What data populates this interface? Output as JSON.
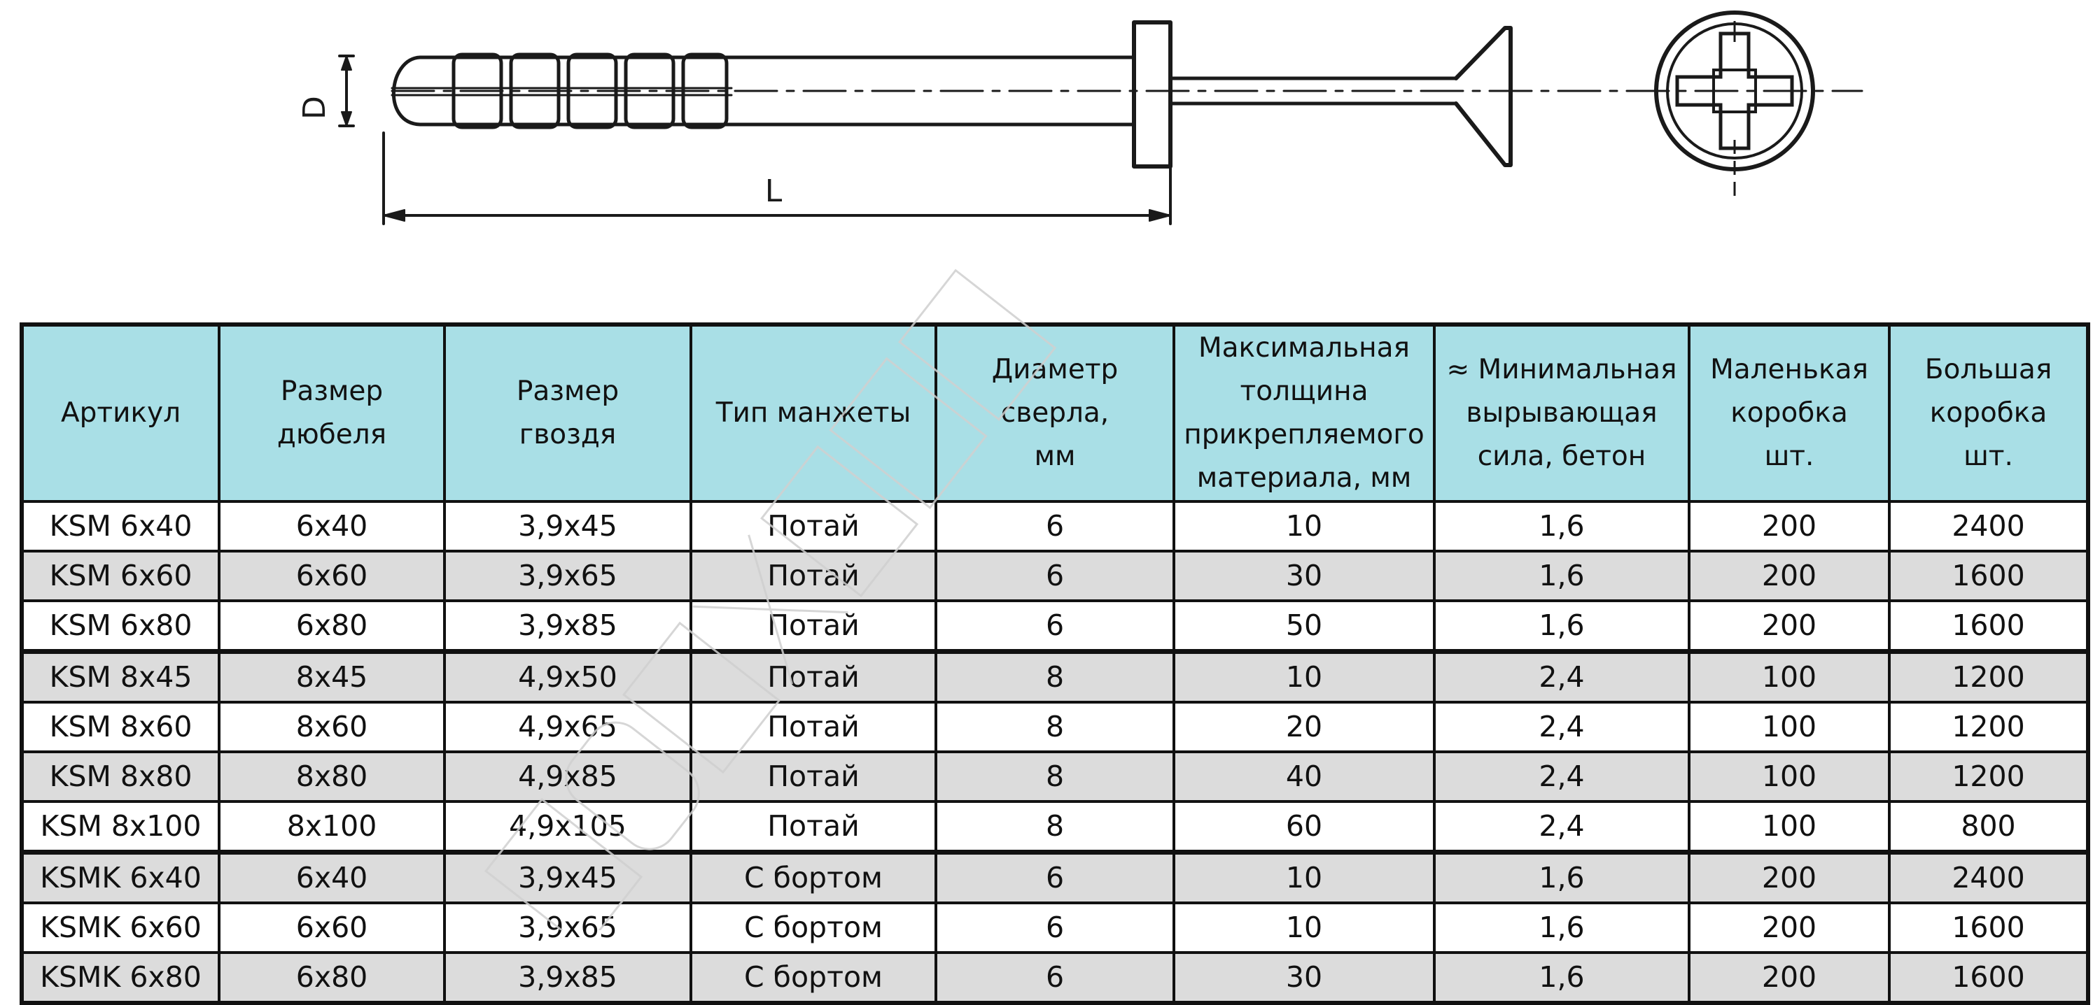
{
  "drawing": {
    "dimension_labels": {
      "diameter": "D",
      "length": "L"
    }
  },
  "table": {
    "headers": [
      [
        "Артикул"
      ],
      [
        "Размер",
        "дюбеля"
      ],
      [
        "Размер",
        "гвоздя"
      ],
      [
        "Тип манжеты"
      ],
      [
        "Диаметр",
        "сверла,",
        "мм"
      ],
      [
        "Максимальная",
        "толщина",
        "прикрепляемого",
        "материала, мм"
      ],
      [
        "≈ Минимальная",
        "вырывающая",
        "сила, бетон"
      ],
      [
        "Маленькая",
        "коробка",
        "шт."
      ],
      [
        "Большая",
        "коробка",
        "шт."
      ]
    ],
    "rows": [
      [
        "KSM 6x40",
        "6x40",
        "3,9x45",
        "Потай",
        "6",
        "10",
        "1,6",
        "200",
        "2400"
      ],
      [
        "KSM 6x60",
        "6x60",
        "3,9x65",
        "Потай",
        "6",
        "30",
        "1,6",
        "200",
        "1600"
      ],
      [
        "KSM 6x80",
        "6x80",
        "3,9x85",
        "Потай",
        "6",
        "50",
        "1,6",
        "200",
        "1600"
      ],
      [
        "KSM 8x45",
        "8x45",
        "4,9x50",
        "Потай",
        "8",
        "10",
        "2,4",
        "100",
        "1200"
      ],
      [
        "KSM 8x60",
        "8x60",
        "4,9x65",
        "Потай",
        "8",
        "20",
        "2,4",
        "100",
        "1200"
      ],
      [
        "KSM 8x80",
        "8x80",
        "4,9x85",
        "Потай",
        "8",
        "40",
        "2,4",
        "100",
        "1200"
      ],
      [
        "KSM 8x100",
        "8x100",
        "4,9x105",
        "Потай",
        "8",
        "60",
        "2,4",
        "100",
        "800"
      ],
      [
        "KSMK 6x40",
        "6x40",
        "3,9x45",
        "С бортом",
        "6",
        "10",
        "1,6",
        "200",
        "2400"
      ],
      [
        "KSMK 6x60",
        "6x60",
        "3,9x65",
        "С бортом",
        "6",
        "10",
        "1,6",
        "200",
        "1600"
      ],
      [
        "KSMK 6x80",
        "6x80",
        "3,9x85",
        "С бортом",
        "6",
        "30",
        "1,6",
        "200",
        "1600"
      ]
    ]
  },
  "colors": {
    "header_bg": "#a9dfe6",
    "row_alt_bg": "#dcdcdc",
    "border": "#111111"
  },
  "watermark": {
    "icon": "diagonal-outline-logo-watermark"
  }
}
